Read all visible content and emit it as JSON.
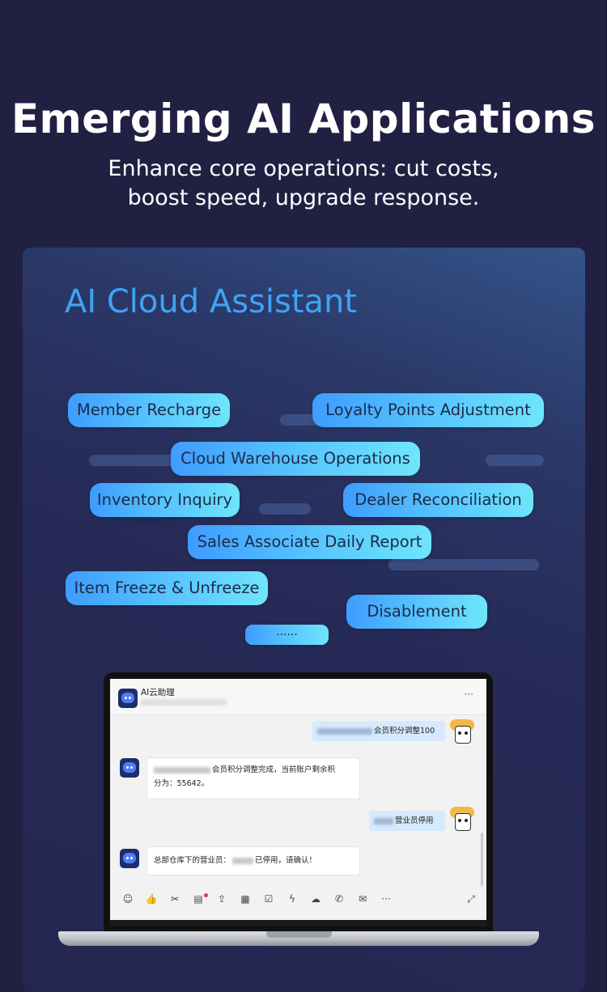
{
  "hero": {
    "title": "Emerging AI Applications",
    "subtitle_line1": "Enhance core operations: cut costs,",
    "subtitle_line2": "boost speed, upgrade response."
  },
  "card": {
    "title": "AI Cloud Assistant",
    "tags": [
      "Member Recharge",
      "Loyalty Points Adjustment",
      "Cloud Warehouse Operations",
      "Inventory Inquiry",
      "Dealer Reconciliation",
      "Sales Associate Daily Report",
      "Item Freeze & Unfreeze",
      "Disablement",
      "......"
    ]
  },
  "chat": {
    "title": "AI云助理",
    "more": "···",
    "messages": {
      "out1": "会员积分调整100",
      "in1_line1": "会员积分调整完成，当前账户剩余积",
      "in1_line2": "分为：55642。",
      "out2": "营业员停用",
      "in2_prefix": "总部仓库下的营业员：",
      "in2_suffix": "已停用，请确认！"
    },
    "toolbar": {
      "emoji": "☺",
      "like": "👍",
      "cut": "✂",
      "note": "▤",
      "upload": "⇪",
      "calendar": "▦",
      "task": "☑",
      "quick": "ϟ",
      "cloud": "☁",
      "call": "✆",
      "mail": "✉",
      "more": "···",
      "expand": "⤢"
    }
  },
  "colors": {
    "background": "#212043",
    "accent_title": "#3fa3f5",
    "pill_start": "#3e9cff",
    "pill_end": "#6fe5fb"
  }
}
